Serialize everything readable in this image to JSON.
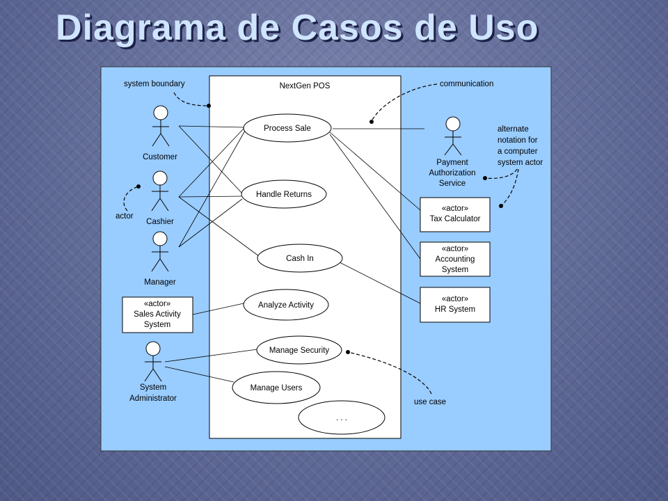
{
  "slide": {
    "title": "Diagrama de Casos de Uso"
  },
  "diagram": {
    "system_name": "NextGen POS",
    "actors": {
      "customer": "Customer",
      "cashier": "Cashier",
      "manager": "Manager",
      "payment_lines": [
        "Payment",
        "Authorization",
        "Service"
      ],
      "sysadmin_lines": [
        "System",
        "Administrator"
      ]
    },
    "stereotype": "«actor»",
    "boxes": {
      "sales_activity_lines": [
        "Sales Activity",
        "System"
      ],
      "tax_lines": [
        "Tax Calculator"
      ],
      "accounting_lines": [
        "Accounting",
        "System"
      ],
      "hr_lines": [
        "HR System"
      ]
    },
    "use_cases": {
      "process_sale": "Process Sale",
      "handle_returns": "Handle Returns",
      "cash_in": "Cash In",
      "analyze_activity": "Analyze Activity",
      "manage_security": "Manage Security",
      "manage_users": "Manage Users",
      "more": ". . ."
    },
    "annotations": {
      "system_boundary": "system boundary",
      "communication": "communication",
      "alternate_lines": [
        "alternate",
        "notation for",
        "a computer",
        "system actor"
      ],
      "actor": "actor",
      "use_case": "use case"
    }
  }
}
